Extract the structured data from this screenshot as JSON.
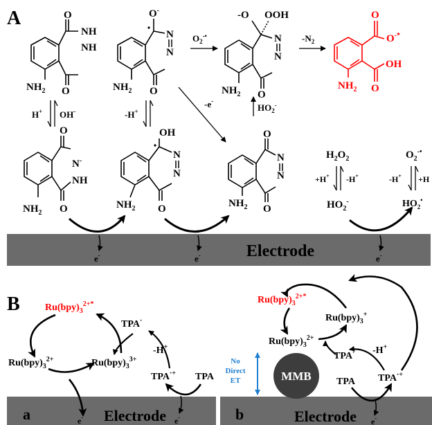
{
  "panel_a": {
    "label": "A",
    "electrode_label": "Electrode",
    "electron": "e",
    "electron_sup": "-",
    "molecules": {
      "luminol": {
        "nh_top": "NH",
        "nh_bottom": "NH",
        "o_top": "O",
        "o_bottom": "O",
        "amine": "NH",
        "amine_sub": "2"
      },
      "radical_anion": {
        "o_minus": "O",
        "o_minus_sup": "-",
        "n1": "N",
        "n2": "N",
        "o_bottom": "O",
        "amine": "NH",
        "amine_sub": "2"
      },
      "peroxide": {
        "o_minus": "-O",
        "ooh": "OOH",
        "n1": "N",
        "n2": "N",
        "o_bottom": "O",
        "amine": "NH",
        "amine_sub": "2"
      },
      "aminophthalate": {
        "o_top": "O",
        "o_minus": "O",
        "o_minus_sup": "-*",
        "oh": "OH",
        "o_bottom": "O",
        "amine": "NH",
        "amine_sub": "2"
      },
      "anion": {
        "o_top": "O",
        "n_minus": "N",
        "n_minus_sup": "-",
        "nh": "NH",
        "o_bottom": "O",
        "amine": "NH",
        "amine_sub": "2"
      },
      "radical": {
        "oh": "OH",
        "n1": "N",
        "n2": "N",
        "o_bottom": "O",
        "amine": "NH",
        "amine_sub": "2"
      },
      "diazaquinone": {
        "o_top": "O",
        "n1": "N",
        "n2": "N",
        "o_bottom": "O",
        "amine": "NH",
        "amine_sub": "2"
      }
    },
    "arrows": {
      "o2_radical": "O",
      "o2_sub": "2",
      "o2_sup": "-•",
      "minus_n2": "-N",
      "minus_n2_sub": "2",
      "hplus": "H",
      "hplus_sup": "+",
      "ohminus": "OH",
      "ohminus_sup": "-",
      "minus_hplus": "-H",
      "minus_hplus_sup": "+",
      "minus_e": "-e",
      "minus_e_sup": "-",
      "ho2minus": "HO",
      "ho2minus_sub": "2",
      "ho2minus_sup": "-"
    },
    "ros": {
      "h2o2": "H",
      "h2o2_sub1": "2",
      "h2o2_o": "O",
      "h2o2_sub2": "2",
      "plus_h": "+H",
      "plus_h_sup": "+",
      "minus_h": "-H",
      "minus_h_sup": "+",
      "ho2minus": "HO",
      "ho2minus_sub": "2",
      "ho2minus_sup": "-",
      "o2radical": "O",
      "o2radical_sub": "2",
      "o2radical_sup": "-•",
      "minus_h2": "-H",
      "minus_h2_sup": "+",
      "plus_h2": "+H",
      "ho2radical": "HO",
      "ho2radical_sub": "2",
      "ho2radical_sup": "•"
    }
  },
  "panel_b": {
    "label": "B",
    "sub_a": "a",
    "sub_b": "b",
    "electrode_label": "Electrode",
    "electron": "e",
    "electron_sup": "-",
    "ru": "Ru(bpy)",
    "ru_sub": "3",
    "ru_excited_sup": "2+*",
    "ru2_sup": "2+",
    "ru3_sup": "3+",
    "ru1_sup": "+",
    "tpa": "TPA",
    "tpa_radical_sup": "·",
    "tpa_cation_sup": "·+",
    "minus_h": "-H",
    "minus_h_sup": "+",
    "mmb": "MMB",
    "no_direct_et": [
      "No",
      "Direct",
      "ET"
    ]
  },
  "colors": {
    "electrode": "#6b6b6b",
    "red": "#ff0000",
    "blue": "#1f7fd0",
    "mmb": "#3d3d3d"
  }
}
